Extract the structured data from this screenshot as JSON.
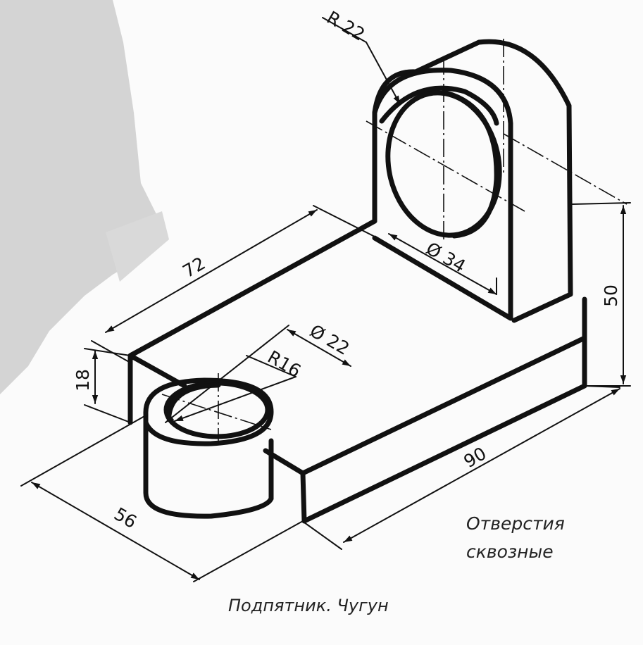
{
  "dimensions": {
    "length_72": "72",
    "height_18": "18",
    "diameter_22": "Ø 22",
    "radius_16": "R16",
    "radius_22": "R 22",
    "diameter_34": "Ø 34",
    "height_50": "50",
    "length_90": "90",
    "width_56": "56"
  },
  "note": {
    "line1": "Отверстия",
    "line2": "сквозные"
  },
  "caption": "Подпятник. Чугун",
  "colors": {
    "ink": "#111111",
    "paper": "#fbfbfb",
    "smudge": "#d4d4d4"
  }
}
